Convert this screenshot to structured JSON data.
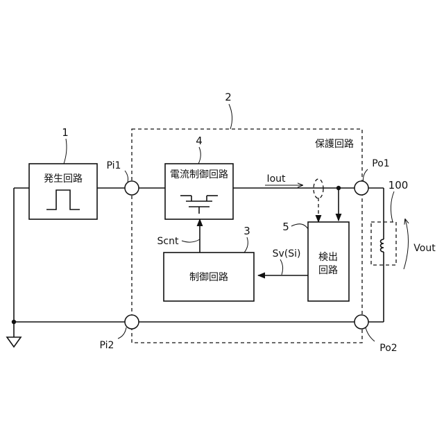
{
  "labels": {
    "ref_generator": "1",
    "ref_protection": "2",
    "ref_control": "3",
    "ref_current_control": "4",
    "ref_detection": "5",
    "ref_load": "100",
    "generator_block": "発生回路",
    "protection_block": "保護回路",
    "current_control_block": "電流制御回路",
    "control_block": "制御回路",
    "detection_line1": "検出",
    "detection_line2": "回路",
    "pi1": "Pi1",
    "pi2": "Pi2",
    "po1": "Po1",
    "po2": "Po2",
    "iout": "Iout",
    "scnt": "Scnt",
    "sv": "Sv(Si)",
    "vout": "Vout"
  },
  "icons": {
    "pulse": "pulse-waveform-icon",
    "transistor": "transistor-icon",
    "ground": "ground-icon",
    "coil": "coil-icon"
  }
}
